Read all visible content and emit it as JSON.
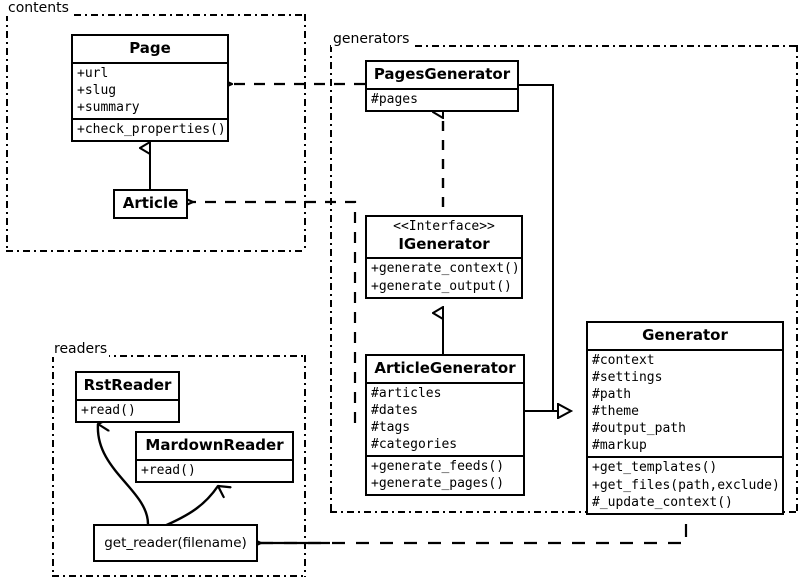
{
  "diagram": {
    "title": "Pelican architecture UML class diagram",
    "packages": [
      {
        "name": "contents-package",
        "label": "contents"
      },
      {
        "name": "generators-package",
        "label": "generators"
      },
      {
        "name": "readers-package",
        "label": "readers"
      }
    ]
  },
  "classes": {
    "page": {
      "name": "Page",
      "attributes": [
        "+url",
        "+slug",
        "+summary"
      ],
      "methods": [
        "+check_properties()"
      ]
    },
    "article": {
      "name": "Article",
      "attributes": [],
      "methods": []
    },
    "pages_generator": {
      "name": "PagesGenerator",
      "attributes": [
        "#pages"
      ],
      "methods": []
    },
    "igenerator": {
      "stereotype": "<<Interface>>",
      "name": "IGenerator",
      "attributes": [],
      "methods": [
        "+generate_context()",
        "+generate_output()"
      ]
    },
    "article_generator": {
      "name": "ArticleGenerator",
      "attributes": [
        "#articles",
        "#dates",
        "#tags",
        "#categories"
      ],
      "methods": [
        "+generate_feeds()",
        "+generate_pages()"
      ]
    },
    "generator": {
      "name": "Generator",
      "attributes": [
        "#context",
        "#settings",
        "#path",
        "#theme",
        "#output_path",
        "#markup"
      ],
      "methods": [
        "+get_templates()",
        "+get_files(path,exclude)",
        "#_update_context()"
      ]
    },
    "rst_reader": {
      "name": "RstReader",
      "attributes": [],
      "methods": [
        "+read()"
      ]
    },
    "mardown_reader": {
      "name": "MardownReader",
      "attributes": [],
      "methods": [
        "+read()"
      ]
    },
    "get_reader": {
      "name": "get_reader(filename)"
    }
  },
  "colors": {
    "line": "#000000",
    "background": "#ffffff",
    "text": "#000000"
  }
}
